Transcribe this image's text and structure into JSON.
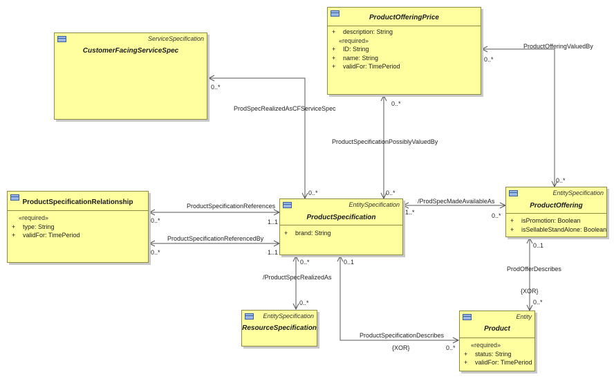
{
  "classes": {
    "cfss": {
      "stereotype": "ServiceSpecification",
      "name": "CustomerFacingServiceSpec"
    },
    "pop": {
      "name": "ProductOfferingPrice",
      "attrs": [
        {
          "mark": "+",
          "text": "description: String"
        },
        {
          "mark": "",
          "text": "«required»",
          "req": true
        },
        {
          "mark": "+",
          "text": "ID: String"
        },
        {
          "mark": "+",
          "text": "name: String"
        },
        {
          "mark": "+",
          "text": "validFor: TimePeriod"
        }
      ]
    },
    "psr": {
      "name": "ProductSpecificationRelationship",
      "attrs": [
        {
          "mark": "",
          "text": "«required»",
          "req": true
        },
        {
          "mark": "+",
          "text": "type: String"
        },
        {
          "mark": "+",
          "text": "validFor: TimePeriod"
        }
      ]
    },
    "ps": {
      "stereotype": "EntitySpecification",
      "name": "ProductSpecification",
      "attrs": [
        {
          "mark": "+",
          "text": "brand: String"
        }
      ]
    },
    "po": {
      "stereotype": "EntitySpecification",
      "name": "ProductOffering",
      "attrs": [
        {
          "mark": "+",
          "text": "isPromotion: Boolean"
        },
        {
          "mark": "+",
          "text": "isSellableStandAlone: Boolean"
        }
      ]
    },
    "rs": {
      "stereotype": "EntitySpecification",
      "name": "ResourceSpecification"
    },
    "prod": {
      "stereotype": "Entity",
      "name": "Product",
      "attrs": [
        {
          "mark": "",
          "text": "«required»",
          "req": true
        },
        {
          "mark": "+",
          "text": "status: String"
        },
        {
          "mark": "+",
          "text": "validFor: TimePeriod"
        }
      ]
    }
  },
  "associations": {
    "realizedAsCF": "ProdSpecRealizedAsCFServiceSpec",
    "possiblyValuedBy": "ProductSpecificationPossiblyValuedBy",
    "offeringValuedBy": "ProductOfferingValuedBy",
    "references": "ProductSpecificationReferences",
    "referencedBy": "ProductSpecificationReferencedBy",
    "madeAvailableAs": "/ProdSpecMadeAvailableAs",
    "realizedAs": "/ProductSpecRealizedAs",
    "describes": "ProductSpecificationDescribes",
    "offerDescribes": "ProdOfferDescribes"
  },
  "multiplicities": {
    "cfss_end": "0..*",
    "ps_top_left": "0..*",
    "ps_top_right": "0..*",
    "pop_bottom": "0..*",
    "pop_right": "0..*",
    "po_top": "0..*",
    "psr_ref": "0..*",
    "ps_ref": "1..1",
    "psr_refby": "0..*",
    "ps_refby": "1..1",
    "ps_avail": "1..*",
    "po_avail": "0..*",
    "ps_bottom_left": "0..*",
    "rs_top": "0..*",
    "ps_bottom_right": "0..1",
    "prod_left": "0..*",
    "po_bottom": "0..1",
    "prod_top": "0..*"
  },
  "constraints": {
    "xor_describes": "{XOR}",
    "xor_offer": "{XOR}"
  }
}
